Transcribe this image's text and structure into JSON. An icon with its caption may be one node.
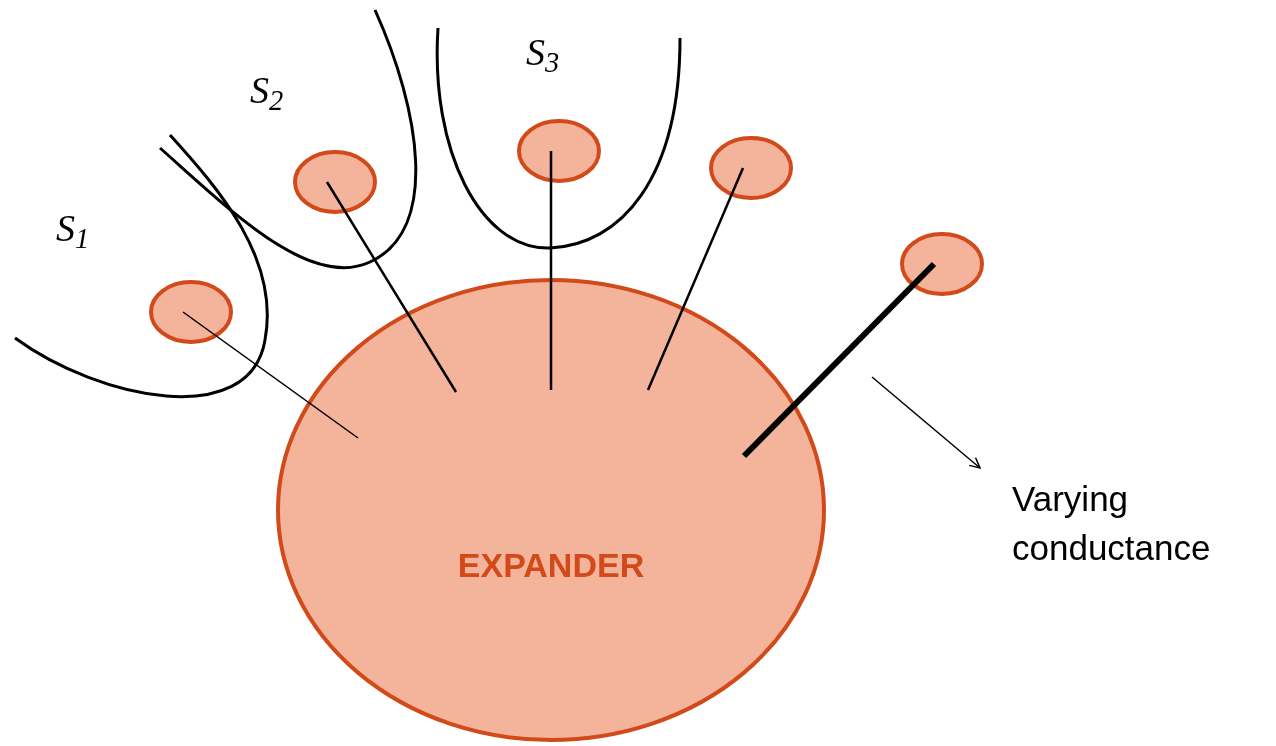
{
  "diagram": {
    "nodes": [
      {
        "text": [
          "EXPANDER"
        ]
      },
      {
        "text": [],
        "shape": "circle"
      },
      {
        "text": [],
        "shape": "circle"
      },
      {
        "text": [],
        "shape": "circle"
      },
      {
        "text": [],
        "shape": "circle"
      },
      {
        "text": [],
        "shape": "circle"
      },
      {
        "text": [
          "Varying conductance"
        ]
      }
    ],
    "edges": [
      {
        "from": 1,
        "to": 0,
        "arrow": "none"
      },
      {
        "from": 2,
        "to": 0,
        "arrow": "none"
      },
      {
        "from": 3,
        "to": 0,
        "arrow": "none"
      },
      {
        "from": 4,
        "to": 0,
        "arrow": "none"
      },
      {
        "from": 5,
        "to": 0,
        "arrow": "none",
        "style": "thick"
      },
      {
        "from": null,
        "to": 6,
        "arrow": "to"
      }
    ],
    "labels": [
      "S$_{1}$",
      "S$_{2}$",
      "S$_{3}$"
    ]
  }
}
